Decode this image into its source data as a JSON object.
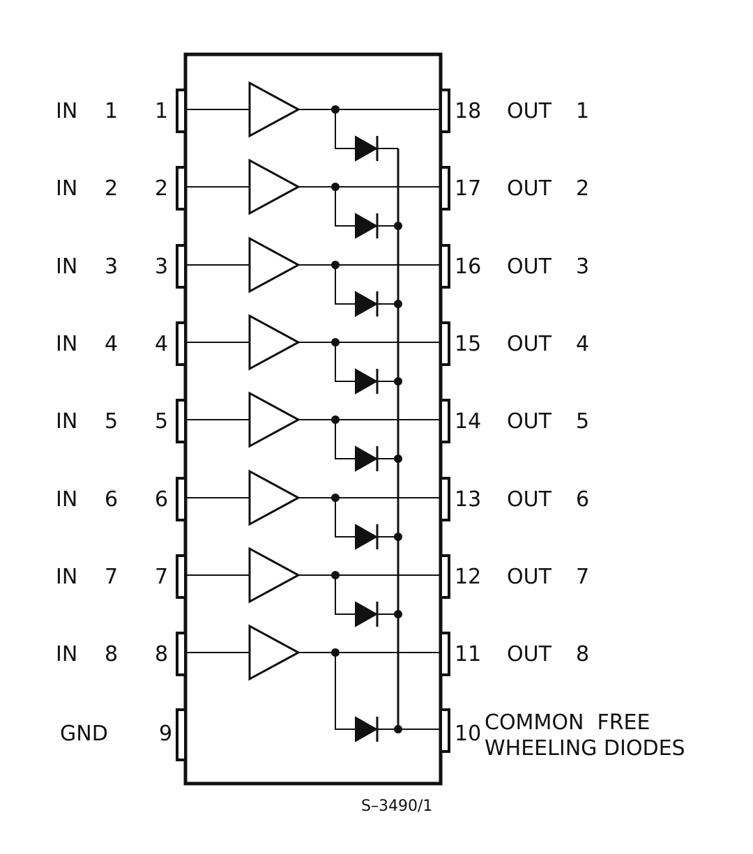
{
  "inputs": [
    {
      "name": "IN",
      "index": "1",
      "pin": "1"
    },
    {
      "name": "IN",
      "index": "2",
      "pin": "2"
    },
    {
      "name": "IN",
      "index": "3",
      "pin": "3"
    },
    {
      "name": "IN",
      "index": "4",
      "pin": "4"
    },
    {
      "name": "IN",
      "index": "5",
      "pin": "5"
    },
    {
      "name": "IN",
      "index": "6",
      "pin": "6"
    },
    {
      "name": "IN",
      "index": "7",
      "pin": "7"
    },
    {
      "name": "IN",
      "index": "8",
      "pin": "8"
    }
  ],
  "outputs": [
    {
      "name": "OUT",
      "index": "1",
      "pin": "18"
    },
    {
      "name": "OUT",
      "index": "2",
      "pin": "17"
    },
    {
      "name": "OUT",
      "index": "3",
      "pin": "16"
    },
    {
      "name": "OUT",
      "index": "4",
      "pin": "15"
    },
    {
      "name": "OUT",
      "index": "5",
      "pin": "14"
    },
    {
      "name": "OUT",
      "index": "6",
      "pin": "13"
    },
    {
      "name": "OUT",
      "index": "7",
      "pin": "12"
    },
    {
      "name": "OUT",
      "index": "8",
      "pin": "11"
    }
  ],
  "gnd": {
    "label": "GND",
    "pin": "9"
  },
  "common": {
    "line1": "COMMON  FREE",
    "line2": "WHEELING DIODES",
    "pin": "10"
  },
  "reference": "S–3490/1"
}
